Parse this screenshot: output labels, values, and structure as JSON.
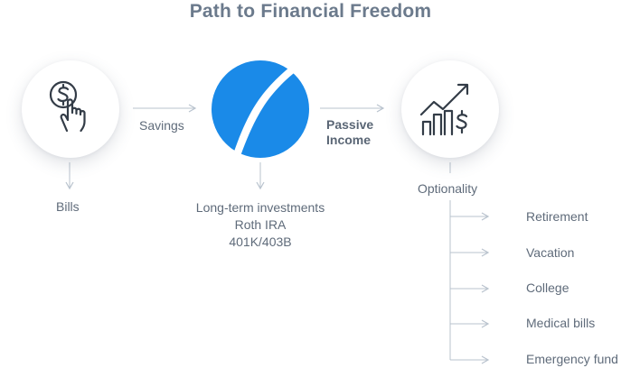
{
  "title": "Path to Financial Freedom",
  "nodes": {
    "bills": "Bills",
    "savings": "Savings",
    "passive_income_line1": "Passive",
    "passive_income_line2": "Income",
    "investments": [
      "Long-term investments",
      "Roth IRA",
      "401K/403B"
    ],
    "optionality": "Optionality"
  },
  "options": [
    "Retirement",
    "Vacation",
    "College",
    "Medical bills",
    "Emergency fund"
  ],
  "icons": {
    "left": "hand-dollar-coin-icon",
    "center": "brand-logo-icon",
    "right": "growth-chart-dollar-icon"
  },
  "colors": {
    "title": "#6b7a8c",
    "text": "#5f6b7a",
    "brand": "#1a8ae8",
    "line": "#b9c3ce",
    "icon": "#333c47"
  }
}
